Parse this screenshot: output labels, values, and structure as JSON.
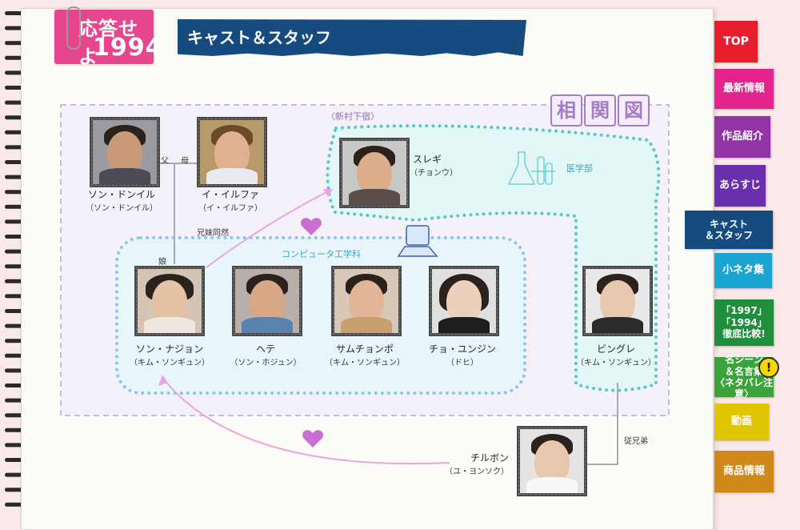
{
  "logo": {
    "title_kana": "応答せよ",
    "title_year": "1994"
  },
  "page_title": "キャスト＆スタッフ",
  "chart_heading": [
    "相",
    "関",
    "図"
  ],
  "groups": {
    "boarding_house": "〈新村下宿〉",
    "medical": "医学部",
    "computer": "コンピュータ工学科"
  },
  "relations": {
    "father": "父",
    "mother": "母",
    "siblings": "兄妹同然",
    "daughter": "娘",
    "cousins": "従兄弟"
  },
  "people": [
    {
      "id": "father",
      "name": "ソン・ドンイル",
      "actor": "（ソン・ドンイル）"
    },
    {
      "id": "mother",
      "name": "イ・イルファ",
      "actor": "（イ・イルファ）"
    },
    {
      "id": "seulgi",
      "name": "スレギ",
      "actor": "（チョンウ）"
    },
    {
      "id": "najeong",
      "name": "ソン・ナジョン",
      "actor": "（キム・ソンギュン）"
    },
    {
      "id": "haete",
      "name": "ヘテ",
      "actor": "（ソン・ホジュン）"
    },
    {
      "id": "samcheonpo",
      "name": "サムチョンポ",
      "actor": "（キム・ソンギュン）"
    },
    {
      "id": "yunjin",
      "name": "チョ・ユンジン",
      "actor": "（ドヒ）"
    },
    {
      "id": "bingure",
      "name": "ビングレ",
      "actor": "（キム・ソンギュン）"
    },
    {
      "id": "chilbong",
      "name": "チルボン",
      "actor": "（ユ・ヨンソク）"
    }
  ],
  "nav": [
    {
      "id": "top",
      "label": "TOP",
      "color": "#e81e2c"
    },
    {
      "id": "news",
      "label": "最新情報",
      "color": "#e4238c"
    },
    {
      "id": "intro",
      "label": "作品紹介",
      "color": "#9233a6"
    },
    {
      "id": "story",
      "label": "あらすじ",
      "color": "#6a2fae"
    },
    {
      "id": "cast",
      "label": "キャスト\n＆スタッフ",
      "color": "#154b7e"
    },
    {
      "id": "trivia",
      "label": "小ネタ集",
      "color": "#1aa4d1"
    },
    {
      "id": "compare",
      "label": "「1997」\n「1994」\n徹底比較!",
      "color": "#1f8f3e"
    },
    {
      "id": "quotes",
      "label": "名シーン\n＆名言集\n〈ネタバレ注意〉",
      "color": "#3aa33a"
    },
    {
      "id": "video",
      "label": "動画",
      "color": "#e1c500"
    },
    {
      "id": "goods",
      "label": "商品情報",
      "color": "#d08a1a"
    }
  ],
  "warning_glyph": "!",
  "colors": {
    "logo_pink": "#e8458f",
    "title_navy": "#154b7e",
    "lavender_frame": "#b9a6d6",
    "cyan_dots": "#58c9c4",
    "blue_dots": "#8cc7ea",
    "arrow_pink": "#e9a6e3",
    "heart": "#c86fd2"
  }
}
